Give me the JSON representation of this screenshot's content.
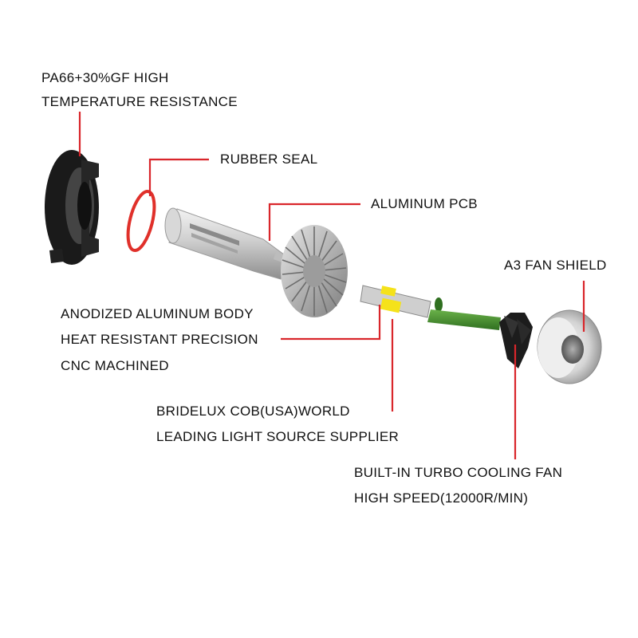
{
  "colors": {
    "leader": "#d9262b",
    "text": "#111111",
    "background": "#ffffff",
    "pcb_green": "#3a8a2a",
    "chip_yellow": "#f5e21a",
    "seal_red": "#e0302a"
  },
  "labels": {
    "pa66_line1": "PA66+30%GF HIGH",
    "pa66_line2": "TEMPERATURE RESISTANCE",
    "rubber_seal": "RUBBER SEAL",
    "aluminum_pcb": "ALUMINUM PCB",
    "fan_shield": "A3 FAN SHIELD",
    "body_line1": "ANODIZED ALUMINUM BODY",
    "body_line2": "HEAT RESISTANT PRECISION",
    "body_line3": "CNC MACHINED",
    "cob_line1": "BRIDELUX COB(USA)WORLD",
    "cob_line2": "LEADING LIGHT SOURCE SUPPLIER",
    "fan_line1": "BUILT-IN TURBO COOLING FAN",
    "fan_line2": "HIGH SPEED(12000R/MIN)"
  }
}
